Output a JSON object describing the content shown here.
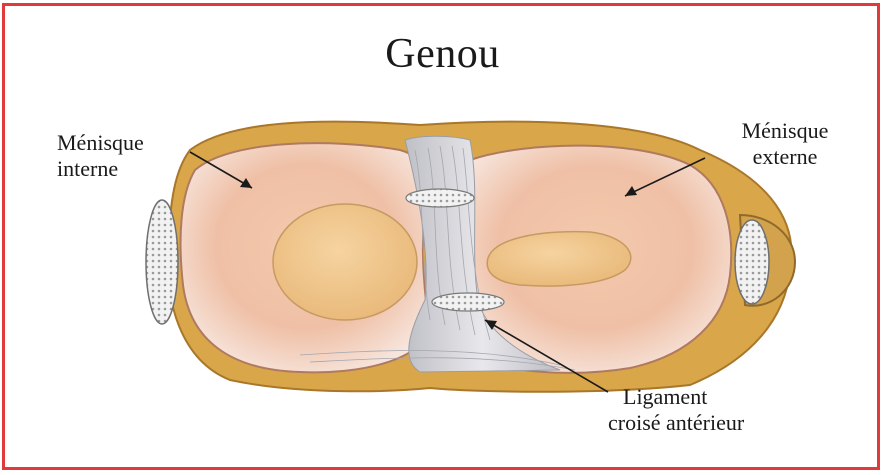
{
  "title": "Genou",
  "labels": {
    "meniscus_internal": [
      "Ménisque",
      "interne"
    ],
    "meniscus_external": [
      "Ménisque",
      "externe"
    ],
    "ligament": [
      "Ligament",
      "croisé antérieur"
    ]
  },
  "colors": {
    "frame": "#e23a3a",
    "meniscus": "#f2c8b0",
    "cartilage": "#f0c58a",
    "ligament": "#d8d8dc",
    "bone_rim": "#d9a64a"
  }
}
